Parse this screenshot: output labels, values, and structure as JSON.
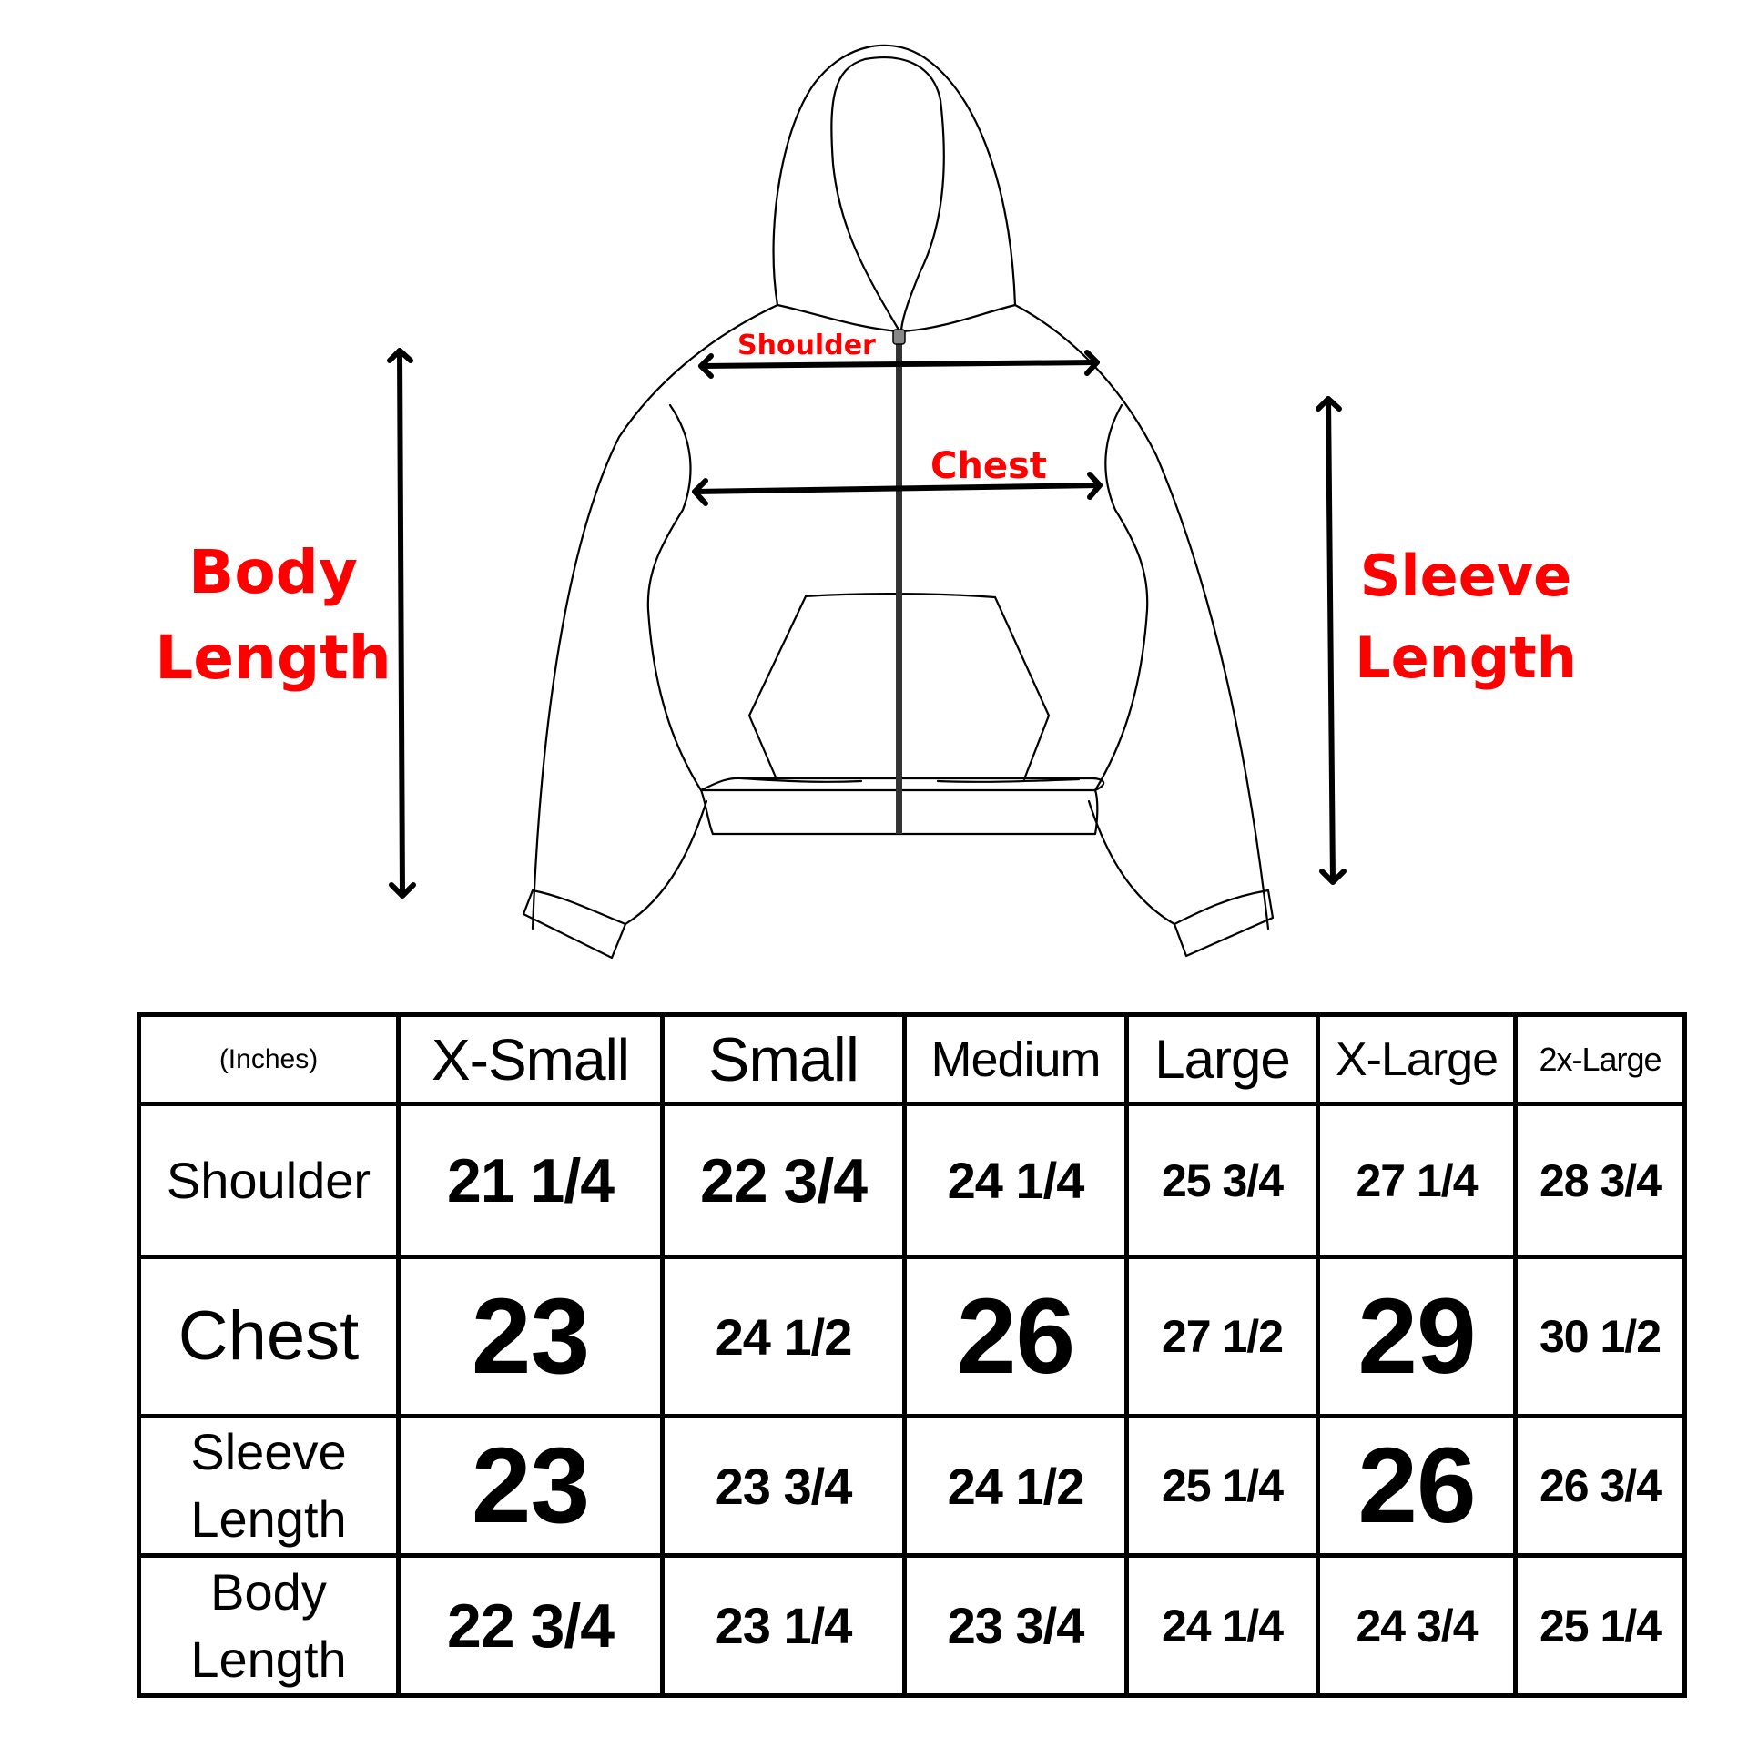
{
  "diagram": {
    "labels": {
      "body_length_line1": "Body",
      "body_length_line2": "Length",
      "sleeve_length_line1": "Sleeve",
      "sleeve_length_line2": "Length",
      "shoulder": "Shoulder",
      "chest": "Chest"
    },
    "label_color": "#ff0000",
    "line_color": "#000000"
  },
  "table": {
    "units_label": "(Inches)",
    "sizes": [
      "X-Small",
      "Small",
      "Medium",
      "Large",
      "X-Large",
      "2x-Large"
    ],
    "rows": [
      {
        "label": "Shoulder",
        "values": [
          "21 1/4",
          "22 3/4",
          "24 1/4",
          "25 3/4",
          "27 1/4",
          "28 3/4"
        ]
      },
      {
        "label": "Chest",
        "values": [
          "23",
          "24 1/2",
          "26",
          "27 1/2",
          "29",
          "30 1/2"
        ]
      },
      {
        "label_line1": "Sleeve",
        "label_line2": "Length",
        "values": [
          "23",
          "23 3/4",
          "24 1/2",
          "25 1/4",
          "26",
          "26 3/4"
        ]
      },
      {
        "label_line1": "Body",
        "label_line2": "Length",
        "values": [
          "22 3/4",
          "23 1/4",
          "23 3/4",
          "24 1/4",
          "24 3/4",
          "25 1/4"
        ]
      }
    ]
  }
}
